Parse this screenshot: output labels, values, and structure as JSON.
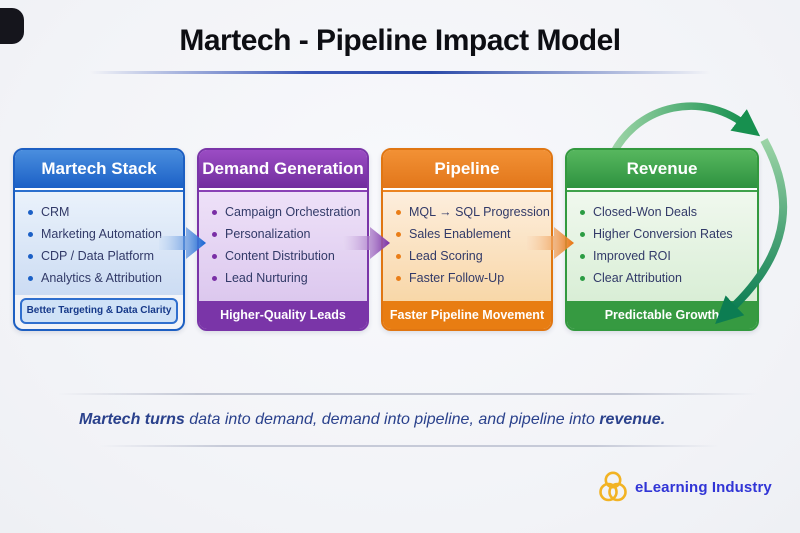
{
  "title": "Martech - Pipeline Impact Model",
  "columns": [
    {
      "header": "Martech Stack",
      "items": [
        "CRM",
        "Marketing Automation",
        "CDP / Data Platform",
        "Analytics & Attribution"
      ],
      "footer": "Better Targeting & Data Clarity",
      "accent_color": "#1b60c6"
    },
    {
      "header": "Demand Generation",
      "items": [
        "Campaign Orchestration",
        "Personalization",
        "Content Distribution",
        "Lead Nurturing"
      ],
      "footer": "Higher-Quality Leads",
      "accent_color": "#7a35a8"
    },
    {
      "header": "Pipeline",
      "items": [
        "MQL → SQL Progression",
        "Sales Enablement",
        "Lead Scoring",
        "Faster Follow-Up"
      ],
      "footer": "Faster Pipeline Movement",
      "accent_color": "#e87d12"
    },
    {
      "header": "Revenue",
      "items": [
        "Closed-Won Deals",
        "Higher Conversion Rates",
        "Improved ROI",
        "Clear Attribution"
      ],
      "footer": "Predictable Growth",
      "accent_color": "#369a41"
    }
  ],
  "arrows": {
    "flow_1": "arrow-right-blue",
    "flow_2": "arrow-right-purple",
    "flow_3": "arrow-right-orange",
    "cycle": "circular-arrow-green",
    "cycle_color": "#14894f"
  },
  "tagline": {
    "bold_prefix": "Martech turns",
    "middle": " data into demand, demand into pipeline, and pipeline into ",
    "bold_suffix": "revenue."
  },
  "brand": {
    "name": "eLearning Industry",
    "icon": "trefoil-rings-icon",
    "icon_color": "#F2B324",
    "text_color": "#3135D6"
  }
}
